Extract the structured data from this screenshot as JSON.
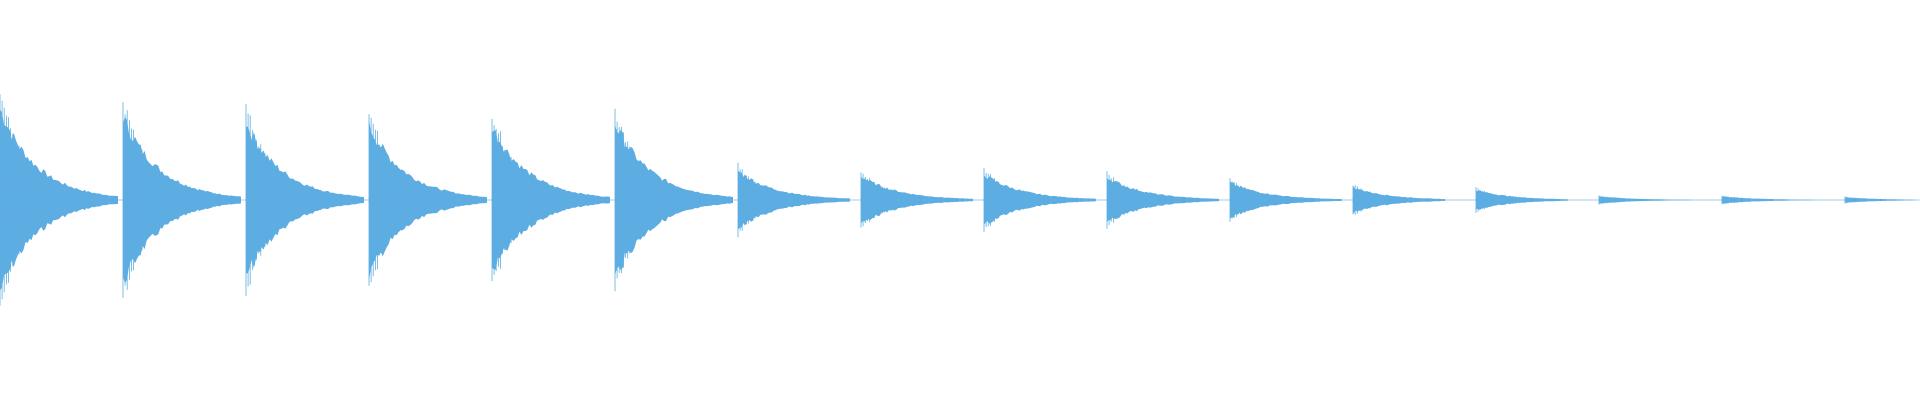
{
  "waveform": {
    "color": "#5dade2",
    "hit_count": 16,
    "hits": [
      {
        "amplitude": 1.0,
        "decay": "long"
      },
      {
        "amplitude": 0.91,
        "decay": "long"
      },
      {
        "amplitude": 0.85,
        "decay": "long"
      },
      {
        "amplitude": 0.82,
        "decay": "long"
      },
      {
        "amplitude": 0.81,
        "decay": "long"
      },
      {
        "amplitude": 0.84,
        "decay": "long"
      },
      {
        "amplitude": 0.32,
        "decay": "medium"
      },
      {
        "amplitude": 0.26,
        "decay": "medium"
      },
      {
        "amplitude": 0.28,
        "decay": "medium"
      },
      {
        "amplitude": 0.25,
        "decay": "medium"
      },
      {
        "amplitude": 0.19,
        "decay": "medium"
      },
      {
        "amplitude": 0.14,
        "decay": "short"
      },
      {
        "amplitude": 0.11,
        "decay": "short"
      },
      {
        "amplitude": 0.04,
        "decay": "short"
      },
      {
        "amplitude": 0.04,
        "decay": "short"
      },
      {
        "amplitude": 0.03,
        "decay": "short"
      }
    ]
  }
}
